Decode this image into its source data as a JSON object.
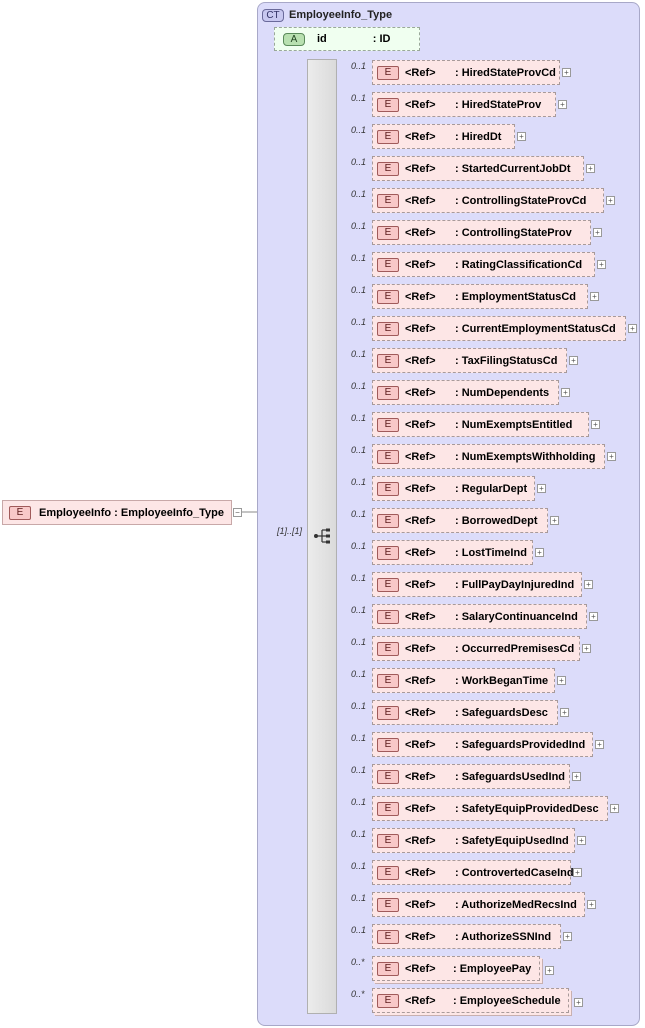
{
  "complex_type": {
    "badge": "CT",
    "name": "EmployeeInfo_Type"
  },
  "attribute": {
    "badge": "A",
    "name": "id",
    "type": ": ID"
  },
  "root_element": {
    "badge": "E",
    "label": "EmployeeInfo : EmployeeInfo_Type"
  },
  "sequence": {
    "bounds": "[1]..[1]"
  },
  "ref_label": "<Ref>",
  "element_badge": "E",
  "expand_glyph": "+",
  "collapse_glyph": "−",
  "elements": [
    {
      "name": ": HiredStateProvCd",
      "mult": "0..1"
    },
    {
      "name": ": HiredStateProv",
      "mult": "0..1"
    },
    {
      "name": ": HiredDt",
      "mult": "0..1"
    },
    {
      "name": ": StartedCurrentJobDt",
      "mult": "0..1"
    },
    {
      "name": ": ControllingStateProvCd",
      "mult": "0..1"
    },
    {
      "name": ": ControllingStateProv",
      "mult": "0..1"
    },
    {
      "name": ": RatingClassificationCd",
      "mult": "0..1"
    },
    {
      "name": ": EmploymentStatusCd",
      "mult": "0..1"
    },
    {
      "name": ": CurrentEmploymentStatusCd",
      "mult": "0..1"
    },
    {
      "name": ": TaxFilingStatusCd",
      "mult": "0..1"
    },
    {
      "name": ": NumDependents",
      "mult": "0..1"
    },
    {
      "name": ": NumExemptsEntitled",
      "mult": "0..1"
    },
    {
      "name": ": NumExemptsWithholding",
      "mult": "0..1"
    },
    {
      "name": ": RegularDept",
      "mult": "0..1"
    },
    {
      "name": ": BorrowedDept",
      "mult": "0..1"
    },
    {
      "name": ": LostTimeInd",
      "mult": "0..1"
    },
    {
      "name": ": FullPayDayInjuredInd",
      "mult": "0..1"
    },
    {
      "name": ": SalaryContinuanceInd",
      "mult": "0..1"
    },
    {
      "name": ": OccurredPremisesCd",
      "mult": "0..1"
    },
    {
      "name": ": WorkBeganTime",
      "mult": "0..1"
    },
    {
      "name": ": SafeguardsDesc",
      "mult": "0..1"
    },
    {
      "name": ": SafeguardsProvidedInd",
      "mult": "0..1"
    },
    {
      "name": ": SafeguardsUsedInd",
      "mult": "0..1"
    },
    {
      "name": ": SafetyEquipProvidedDesc",
      "mult": "0..1"
    },
    {
      "name": ": SafetyEquipUsedInd",
      "mult": "0..1"
    },
    {
      "name": ": ControvertedCaseInd",
      "mult": "0..1"
    },
    {
      "name": ": AuthorizeMedRecsInd",
      "mult": "0..1"
    },
    {
      "name": ": AuthorizeSSNInd",
      "mult": "0..1"
    },
    {
      "name": ": EmployeePay",
      "mult": "0..*"
    },
    {
      "name": ": EmployeeSchedule",
      "mult": "0..*"
    }
  ]
}
